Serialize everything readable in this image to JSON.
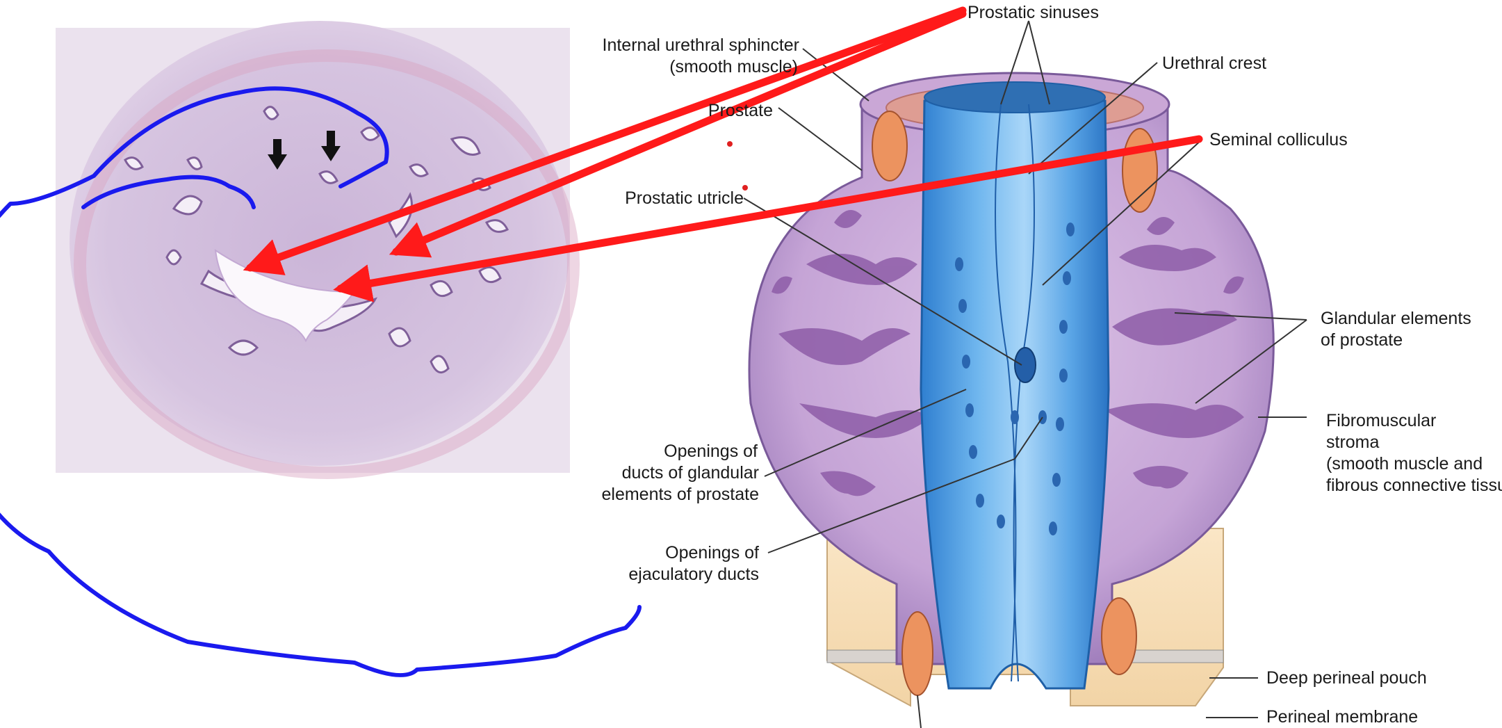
{
  "labels": {
    "prostatic_sinuses": "Prostatic sinuses",
    "internal_sphincter_1": "Internal urethral sphincter",
    "internal_sphincter_2": "(smooth muscle)",
    "urethral_crest": "Urethral crest",
    "prostate": "Prostate",
    "seminal_colliculus": "Seminal colliculus",
    "prostatic_utricle": "Prostatic utricle",
    "glandular_1": "Glandular elements",
    "glandular_2": "of prostate",
    "fibromuscular_1": "Fibromuscular",
    "fibromuscular_2": "stroma",
    "fibromuscular_3": "(smooth muscle and",
    "fibromuscular_4": "fibrous connective tissue",
    "openings_glandular_1": "Openings of",
    "openings_glandular_2": "ducts of glandular",
    "openings_glandular_3": "elements of prostate",
    "openings_ejac_1": "Openings of",
    "openings_ejac_2": "ejaculatory ducts",
    "deep_perineal_pouch": "Deep perineal pouch",
    "perineal_membrane": "Perineal membrane"
  },
  "colors": {
    "annotation_arrow": "#ff1a1a",
    "annotation_loop": "#1a1aee",
    "histology_bg": "#d9c6e0",
    "prostate_body": "#b493c8",
    "urethra": "#4a9ae0",
    "sphincter": "#e8935f",
    "perineal_pouch": "#f6dcb2"
  }
}
